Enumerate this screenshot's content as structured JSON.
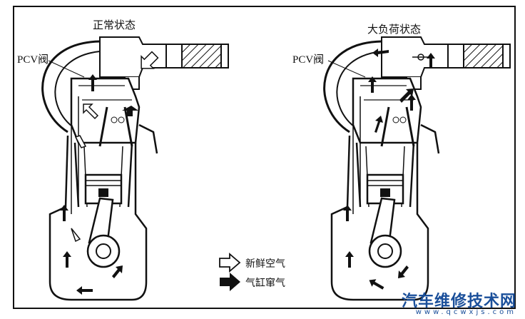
{
  "left_panel": {
    "title": "正常状态",
    "pcv_label": "PCV阀"
  },
  "right_panel": {
    "title": "大负荷状态",
    "pcv_label": "PCV阀"
  },
  "legend": {
    "fresh_air": {
      "label": "新鲜空气",
      "icon": "hollow-arrow-icon"
    },
    "blowby_gas": {
      "label": "气缸窜气",
      "icon": "solid-arrow-icon"
    }
  },
  "watermark": {
    "cn": "汽车维修技术网",
    "en": "www.qcwxjs.com"
  }
}
